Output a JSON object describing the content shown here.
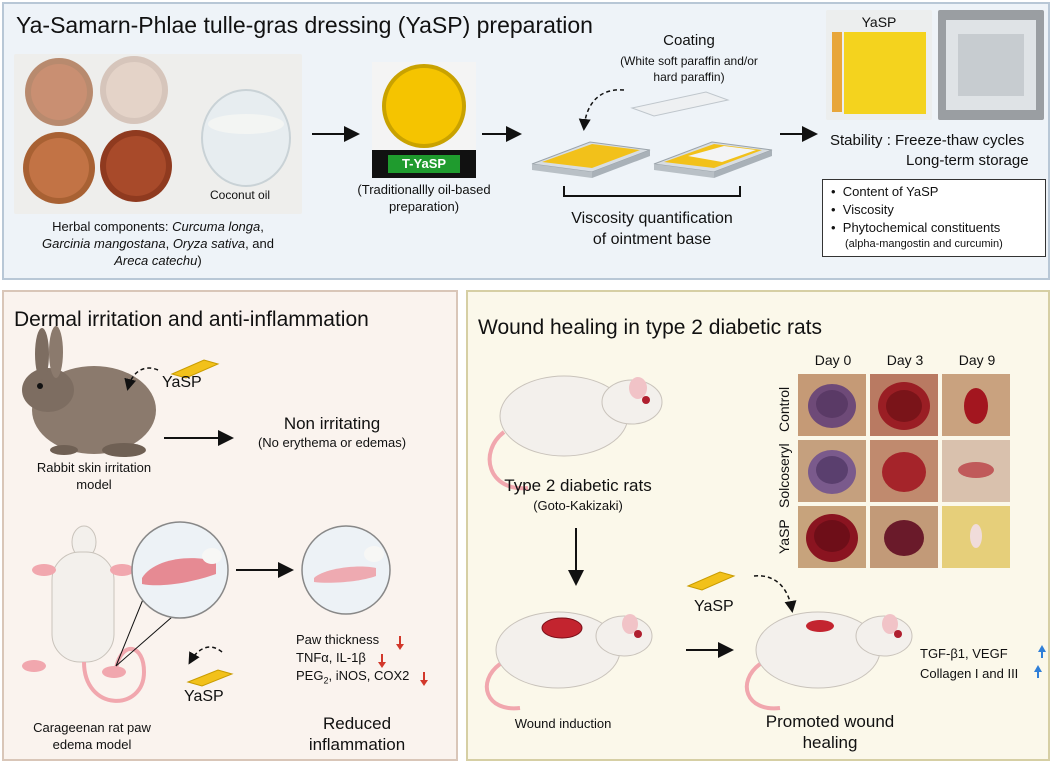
{
  "top": {
    "title": "Ya-Samarn-Phlae tulle-gras dressing (YaSP) preparation",
    "coconut_label": "Coconut oil",
    "herbal_prefix": "Herbal components: ",
    "herb1": "Curcuma longa",
    "herb2": "Garcinia mangostana",
    "herb3": "Oryza sativa",
    "herb_and": ", and",
    "herb4": "Areca catechu",
    "tyasp_label": "T-YaSP",
    "traditional_line1": "(Traditionallly oil-based",
    "traditional_line2": "preparation)",
    "coating_title": "Coating",
    "coating_line1": "(White soft paraffin and/or",
    "coating_line2": "hard paraffin)",
    "viscosity_line1": "Viscosity quantification",
    "viscosity_line2": "of ointment base",
    "yasp_photo_label": "YaSP",
    "stability_line1": "Stability : Freeze-thaw cycles",
    "stability_line2": "Long-term storage",
    "bullets": [
      "Content of YaSP",
      "Viscosity",
      "Phytochemical constituents"
    ],
    "bullet_sub": "(alpha-mangostin and curcumin)"
  },
  "left": {
    "title": "Dermal irritation and anti-inflammation",
    "yasp1": "YaSP",
    "non_irritating": "Non irritating",
    "no_erythema": "(No erythema or edemas)",
    "rabbit_line1": "Rabbit skin irritation",
    "rabbit_line2": "model",
    "paw_thickness": "Paw thickness",
    "tnf": "TNFα, IL-1β",
    "peg_prefix": "PEG",
    "peg_sub": "2",
    "peg_rest": ", iNOS, COX2",
    "yasp2": "YaSP",
    "carageenan_line1": "Carageenan rat paw",
    "carageenan_line2": "edema model",
    "reduced_line1": "Reduced",
    "reduced_line2": "inflammation"
  },
  "right": {
    "title": "Wound healing in type 2 diabetic rats",
    "day0": "Day 0",
    "day3": "Day 3",
    "day9": "Day 9",
    "row_control": "Control",
    "row_solcoseryl": "Solcoseryl",
    "row_yasp": "YaSP",
    "t2d_line1": "Type 2 diabetic rats",
    "t2d_line2": "(Goto-Kakizaki)",
    "yasp": "YaSP",
    "wound_induction": "Wound induction",
    "promoted_line1": "Promoted wound",
    "promoted_line2": "healing",
    "tgf": "TGF-β1, VEGF",
    "collagen": "Collagen I and III"
  },
  "colors": {
    "yasp_yellow": "#f2c11a",
    "down_arrow": "#d2382b",
    "up_arrow": "#2f7fd8",
    "tyasp_green": "#1f9b2e"
  }
}
